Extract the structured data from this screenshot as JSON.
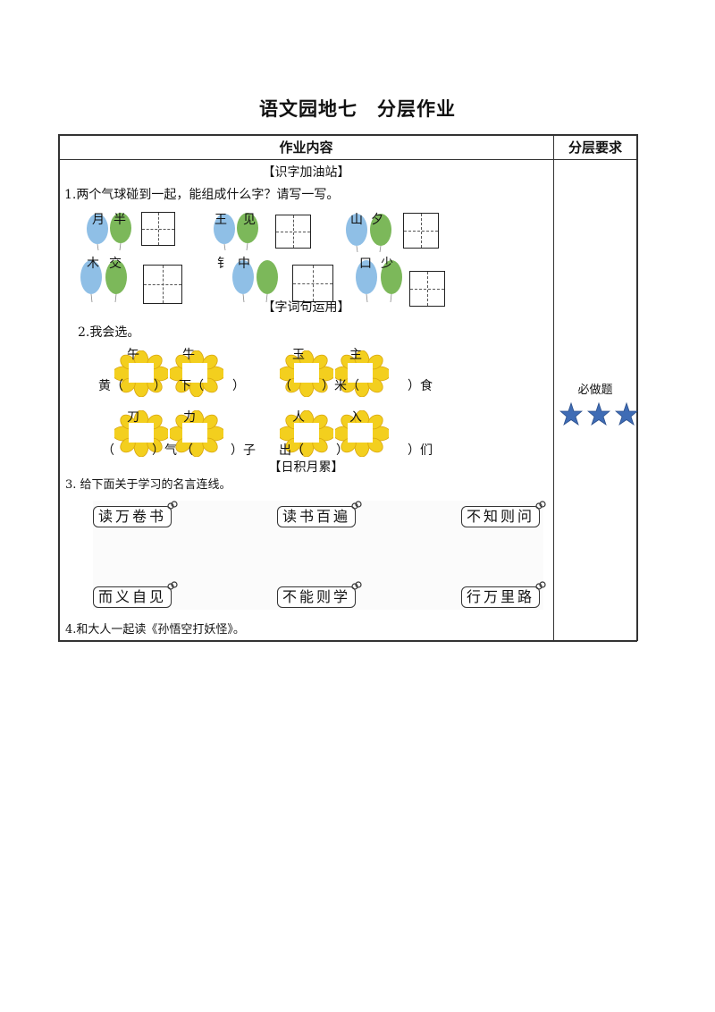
{
  "title": "语文园地七　分层作业",
  "table": {
    "header_content": "作业内容",
    "header_level": "分层要求",
    "level_label": "必做题",
    "stars": 3,
    "star_color": "#3f6cb5"
  },
  "sections": {
    "s1": "【识字加油站】",
    "s2": "【字词句运用】",
    "s3": "【日积月累】"
  },
  "q1": {
    "prompt": "1.两个气球碰到一起，能组成什么字？请写一写。",
    "pairs": [
      {
        "a": "月",
        "b": "半"
      },
      {
        "a": "王",
        "b": "见"
      },
      {
        "a": "山",
        "b": "夕"
      },
      {
        "a": "木",
        "b": "交"
      },
      {
        "a": "钅",
        "b": "中"
      },
      {
        "a": "口",
        "b": "少"
      }
    ]
  },
  "q2": {
    "prompt": "2.我会选。",
    "flowers": [
      "午",
      "牛",
      "玉",
      "主",
      "刀",
      "力",
      "人",
      "入"
    ],
    "row1": {
      "a": "黄（",
      "b": "）",
      "c": "下（",
      "d": "）",
      "e": "（",
      "f": "）米（",
      "g": "）食"
    },
    "row2": {
      "a": "（",
      "b": "）气",
      "c": "（",
      "d": "）子",
      "e": "出（",
      "f": "）",
      "g": "）们"
    }
  },
  "q3": {
    "prompt": "3.  给下面关于学习的名言连线。",
    "top": [
      "读万卷书",
      "读书百遍",
      "不知则问"
    ],
    "bottom": [
      "而义自见",
      "不能则学",
      "行万里路"
    ]
  },
  "q4": {
    "prompt": "4.和大人一起读《孙悟空打妖怪》。"
  },
  "colors": {
    "balloon_blue": "#8fbfe6",
    "balloon_green": "#7cb85a",
    "flower_yellow": "#f3cf1e"
  }
}
